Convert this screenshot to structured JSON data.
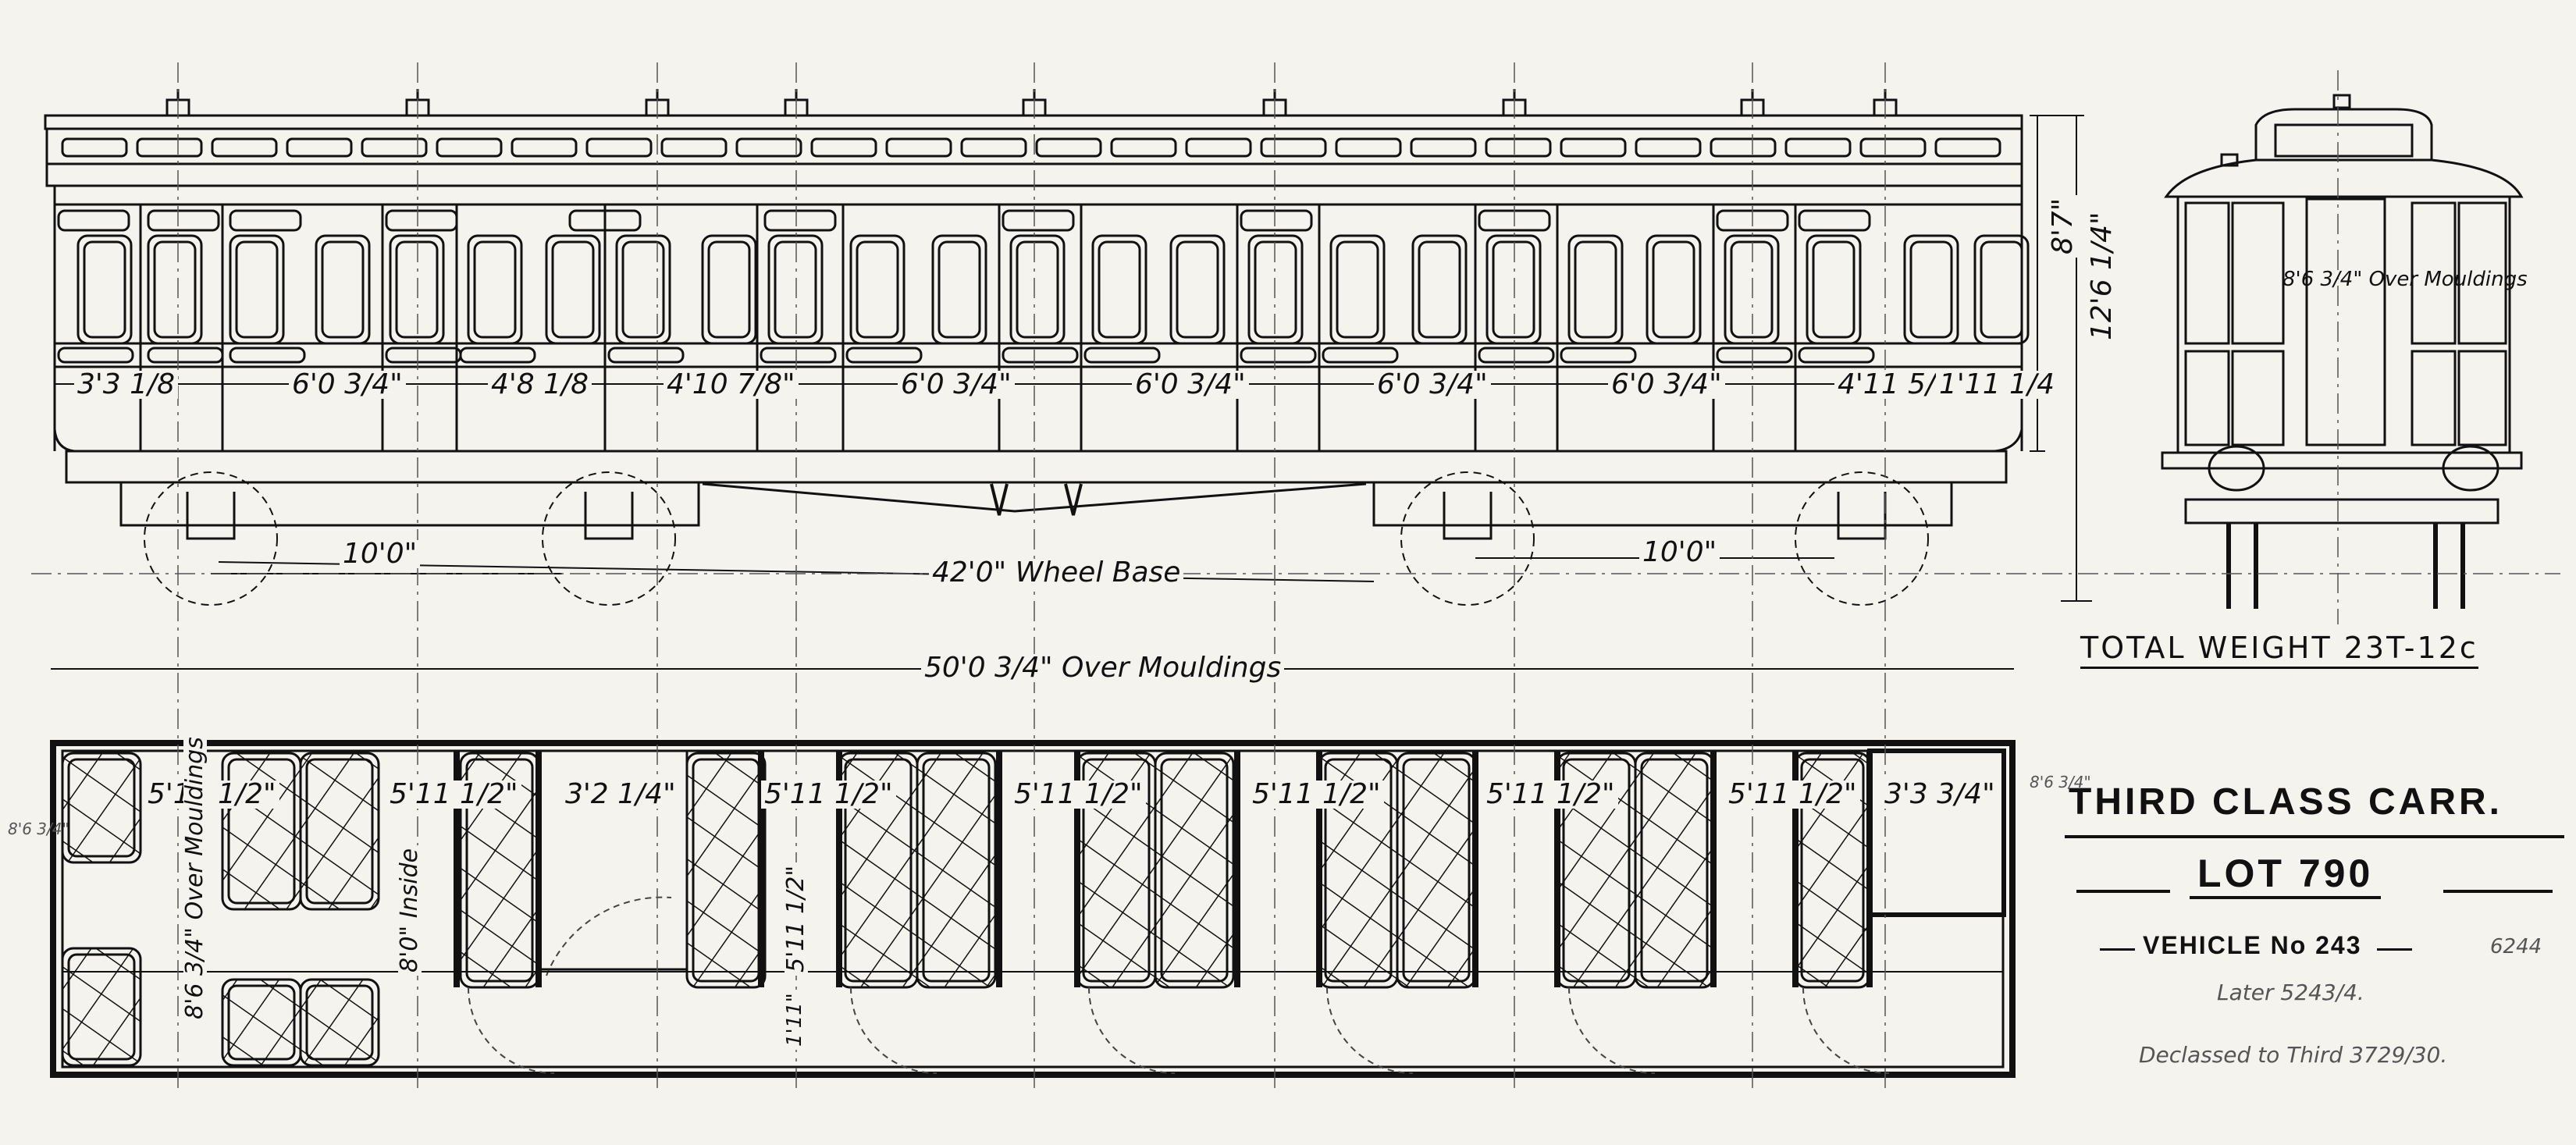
{
  "title_block": {
    "class": "THIRD CLASS CARR.",
    "lot": "LOT 790",
    "vehicle": "VEHICLE No 243",
    "vehicle_side": "6244",
    "later": "Later 5243/4.",
    "declassed": "Declassed to Third 3729/30."
  },
  "total_weight": "TOTAL WEIGHT 23T-12c",
  "elevation": {
    "compartment_widths": [
      "3'3 1/8",
      "6'0 3/4\"",
      "4'8 1/8",
      "4'10 7/8\"",
      "6'0 3/4\"",
      "6'0 3/4\"",
      "6'0 3/4\"",
      "6'0 3/4\"",
      "4'11 5/8",
      "1'11 1/4"
    ],
    "height": "12'6 1/4\"",
    "height_small": "8'7\"",
    "bogie_left": "10'0\"",
    "bogie_right": "10'0\"",
    "wheelbase": "42'0\" Wheel Base"
  },
  "end_view": {
    "width_label": "8'6 3/4\" Over Mouldings"
  },
  "plan": {
    "overall": "50'0 3/4\" Over Mouldings",
    "compartment_labels": [
      "5'11 1/2\"",
      "5'11 1/2\"",
      "3'2 1/4\"",
      "5'11 1/2\"",
      "5'11 1/2\"",
      "5'11 1/2\"",
      "5'11 1/2\"",
      "5'11 1/2\"",
      "3'3 3/4\""
    ],
    "corridor": "5'11 1/2\"",
    "width_over": "8'6 3/4\" Over Mouldings",
    "width_inside": "8'0\" Inside",
    "door_gap": "1'11\"",
    "margin_left": "8'6 3/4\"",
    "margin_right": "8'6 3/4\""
  },
  "colors": {
    "ink": "#111111",
    "paper": "#f4f3ee",
    "pencil": "#666666"
  }
}
